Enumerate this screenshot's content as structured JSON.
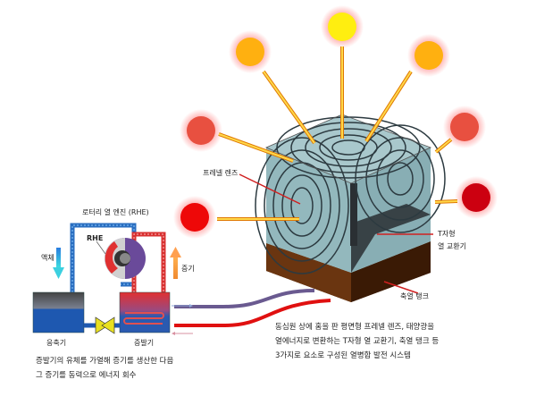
{
  "labels": {
    "fresnel_lens": "프레넬 렌즈",
    "t_heat_exchanger_line1": "T자형",
    "t_heat_exchanger_line2": "열 교환기",
    "storage_tank": "축열 탱크",
    "rhe_title": "로터리 열 엔진 (RHE)",
    "rhe": "RHE",
    "liquid": "액체",
    "vapor": "증기",
    "condenser": "응축기",
    "evaporator": "증발기"
  },
  "captions": {
    "system": "동심원 상에 홈을 판 평면형 프레넬 렌즈, 태양광을 열에너지로 변환하는 T자형 열 교환기, 축열 탱크 등 3가지로 요소로 구성된 열병합 발전 시스템",
    "engine": "증발기의 유체를 가열해 증기를 생산한 다음 그 증기를 동력으로 에너지 회수"
  },
  "colors": {
    "sun_yellow": "#ffee00",
    "sun_orange": "#ffb000",
    "sun_red": "#ee0000",
    "glass": "#9fc3c7",
    "tank": "#5a2e0c"
  }
}
